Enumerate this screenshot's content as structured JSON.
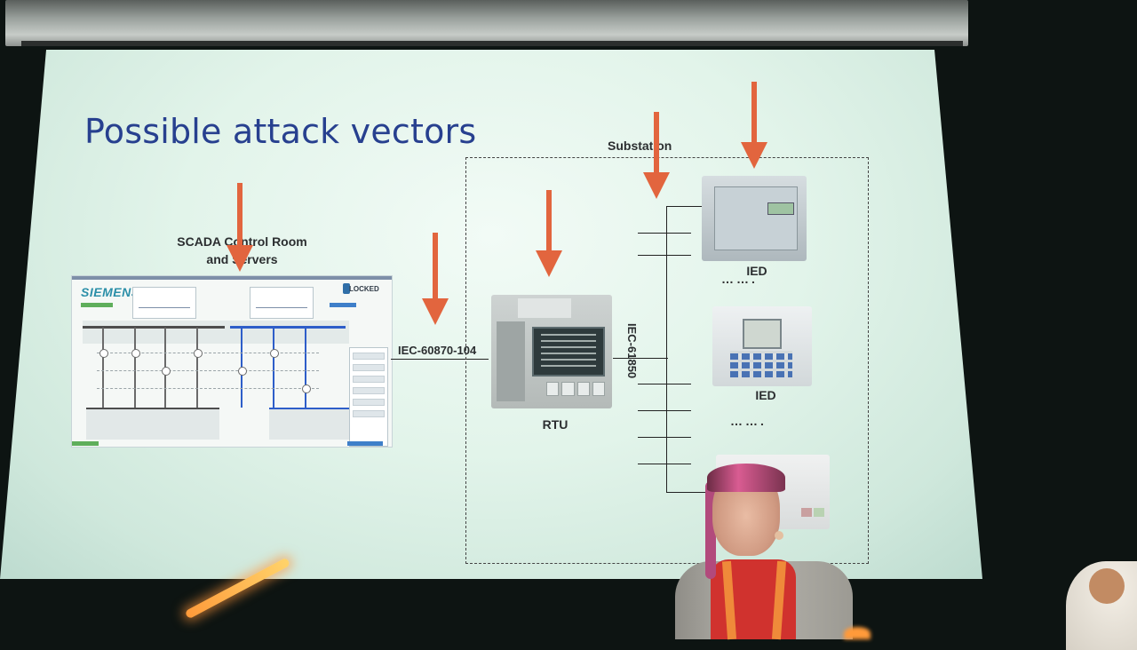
{
  "slide": {
    "title": "Possible attack vectors",
    "labels": {
      "scada_line1": "SCADA Control Room",
      "scada_line2": "and Servers",
      "substation": "Substation",
      "rtu": "RTU",
      "ied1": "IED",
      "ied2": "IED",
      "protocol_104": "IEC-60870-104",
      "protocol_61850": "IEC-61850",
      "ellipsis": "……."
    },
    "scada_screen": {
      "brand": "SIEMENS",
      "lock_text": "LOCKED"
    }
  },
  "colors": {
    "title": "#27408f",
    "arrow": "#e2653e",
    "screen_tint": "#e2f4ea"
  }
}
